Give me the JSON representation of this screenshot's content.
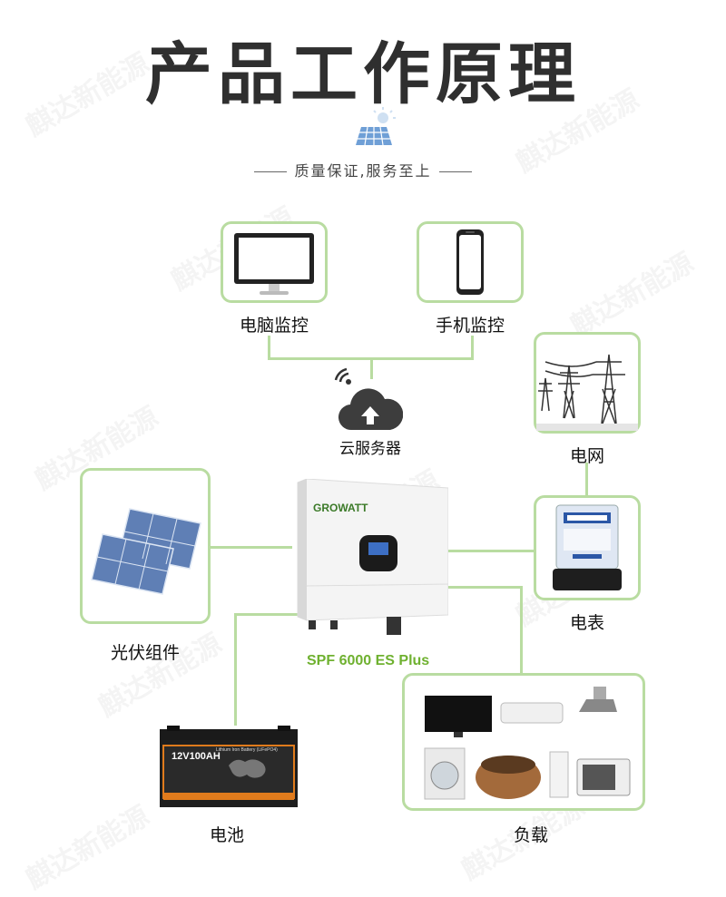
{
  "header": {
    "title": "产品工作原理",
    "tagline": "质量保证,服务至上"
  },
  "nodes": {
    "pc_monitor": "电脑监控",
    "phone_monitor": "手机监控",
    "cloud": "云服务器",
    "grid": "电网",
    "meter": "电表",
    "pv": "光伏组件",
    "battery": "电池",
    "load": "负载"
  },
  "inverter": {
    "brand": "GROWATT",
    "model": "SPF 6000 ES Plus"
  },
  "battery_label": {
    "capacity": "12V100AH",
    "subtitle": "Lithium Iron Battery (LiFePO4)"
  },
  "watermark": "麒达新能源",
  "colors": {
    "accent_line": "#b9dca1",
    "model_text": "#6fb130"
  }
}
